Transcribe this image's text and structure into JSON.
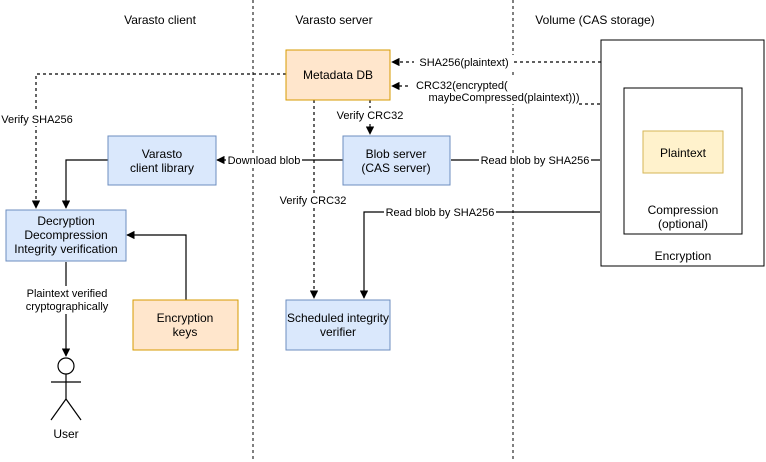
{
  "headings": {
    "client": "Varasto client",
    "server": "Varasto server",
    "volume": "Volume (CAS storage)"
  },
  "nodes": {
    "metadata_db": "Metadata DB",
    "client_library": [
      "Varasto",
      "client library"
    ],
    "blob_server": [
      "Blob server",
      "(CAS server)"
    ],
    "decryption": [
      "Decryption",
      "Decompression",
      "Integrity verification"
    ],
    "encryption_keys": [
      "Encryption",
      "keys"
    ],
    "scheduled_verifier": [
      "Scheduled integrity",
      "verifier"
    ],
    "plaintext": "Plaintext",
    "compression": [
      "Compression",
      "(optional)"
    ],
    "encryption": "Encryption",
    "user": "User"
  },
  "edge_labels": {
    "sha256_plaintext": "SHA256(plaintext)",
    "crc32": [
      "CRC32(encrypted(",
      "maybeCompressed(plaintext)))"
    ],
    "verify_sha256": "Verify SHA256",
    "verify_crc32_top": "Verify CRC32",
    "verify_crc32_mid": "Verify CRC32",
    "download_blob": "Download blob",
    "read_blob_1": "Read blob by SHA256",
    "read_blob_2": "Read blob by SHA256",
    "plaintext_verified": [
      "Plaintext verified",
      "cryptographically"
    ]
  },
  "colors": {
    "blue_fill": "#dae8fc",
    "blue_stroke": "#6c8ebf",
    "orange_fill": "#ffe6cc",
    "orange_stroke": "#d79b00",
    "yellow_fill": "#fff2cc",
    "yellow_stroke": "#d6b656"
  }
}
